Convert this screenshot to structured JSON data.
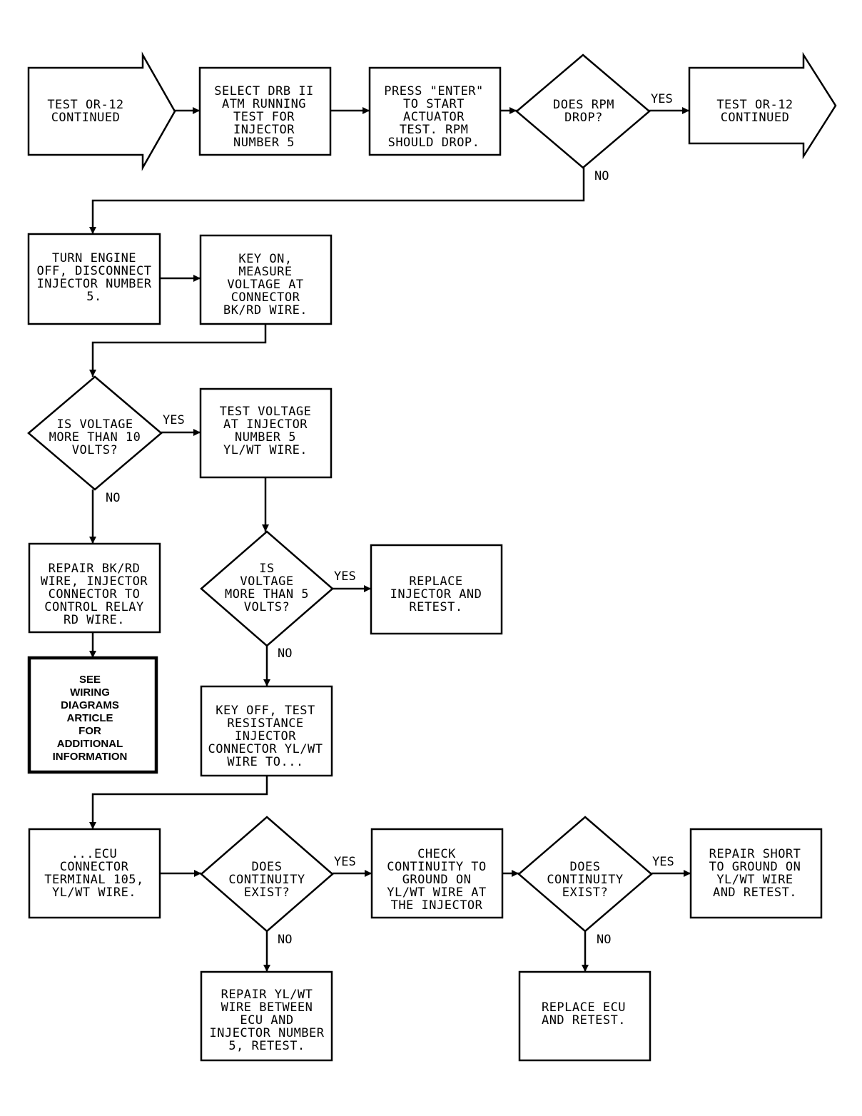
{
  "nodes": {
    "start_continued": [
      "TEST OR-12",
      "CONTINUED"
    ],
    "select_drb": [
      "SELECT DRB II",
      "ATM RUNNING",
      "TEST FOR",
      "INJECTOR",
      "NUMBER 5"
    ],
    "press_enter": [
      "PRESS \"ENTER\"",
      "TO START",
      "ACTUATOR",
      "TEST. RPM",
      "SHOULD DROP."
    ],
    "does_rpm_drop": [
      "DOES RPM",
      "DROP?"
    ],
    "end_continued": [
      "TEST OR-12",
      "CONTINUED"
    ],
    "turn_engine_off": [
      "TURN ENGINE",
      "OFF, DISCONNECT",
      "INJECTOR NUMBER",
      "5."
    ],
    "key_on_measure": [
      "KEY ON,",
      "MEASURE",
      "VOLTAGE AT",
      "CONNECTOR",
      "BK/RD WIRE."
    ],
    "voltage_more_10": [
      "IS VOLTAGE",
      "MORE THAN 10",
      "VOLTS?"
    ],
    "test_voltage_injector": [
      "TEST VOLTAGE",
      "AT INJECTOR",
      "NUMBER 5",
      "YL/WT WIRE."
    ],
    "repair_bkrd": [
      "REPAIR BK/RD",
      "WIRE, INJECTOR",
      "CONNECTOR TO",
      "CONTROL RELAY",
      "RD WIRE."
    ],
    "see_wiring": [
      "SEE",
      "WIRING",
      "DIAGRAMS",
      "ARTICLE",
      "FOR",
      "ADDITIONAL",
      "INFORMATION"
    ],
    "voltage_more_5": [
      "IS",
      "VOLTAGE",
      "MORE THAN 5",
      "VOLTS?"
    ],
    "replace_injector": [
      "REPLACE",
      "INJECTOR AND",
      "RETEST."
    ],
    "key_off_resistance": [
      "KEY OFF, TEST",
      "RESISTANCE",
      "INJECTOR",
      "CONNECTOR YL/WT",
      "WIRE TO..."
    ],
    "ecu_connector": [
      "...ECU",
      "CONNECTOR",
      "TERMINAL 105,",
      "YL/WT WIRE."
    ],
    "continuity_1": [
      "DOES",
      "CONTINUITY",
      "EXIST?"
    ],
    "check_ground": [
      "CHECK",
      "CONTINUITY TO",
      "GROUND ON",
      "YL/WT WIRE AT",
      "THE INJECTOR"
    ],
    "continuity_2": [
      "DOES",
      "CONTINUITY",
      "EXIST?"
    ],
    "repair_short": [
      "REPAIR SHORT",
      "TO GROUND ON",
      "YL/WT WIRE",
      "AND RETEST."
    ],
    "repair_ylwt": [
      "REPAIR YL/WT",
      "WIRE BETWEEN",
      "ECU AND",
      "INJECTOR NUMBER",
      "5, RETEST."
    ],
    "replace_ecu": [
      "REPLACE ECU",
      "AND RETEST."
    ]
  },
  "edge_labels": {
    "yes": "YES",
    "no": "NO"
  },
  "colors": {
    "stroke": "#000000",
    "background": "#ffffff"
  }
}
